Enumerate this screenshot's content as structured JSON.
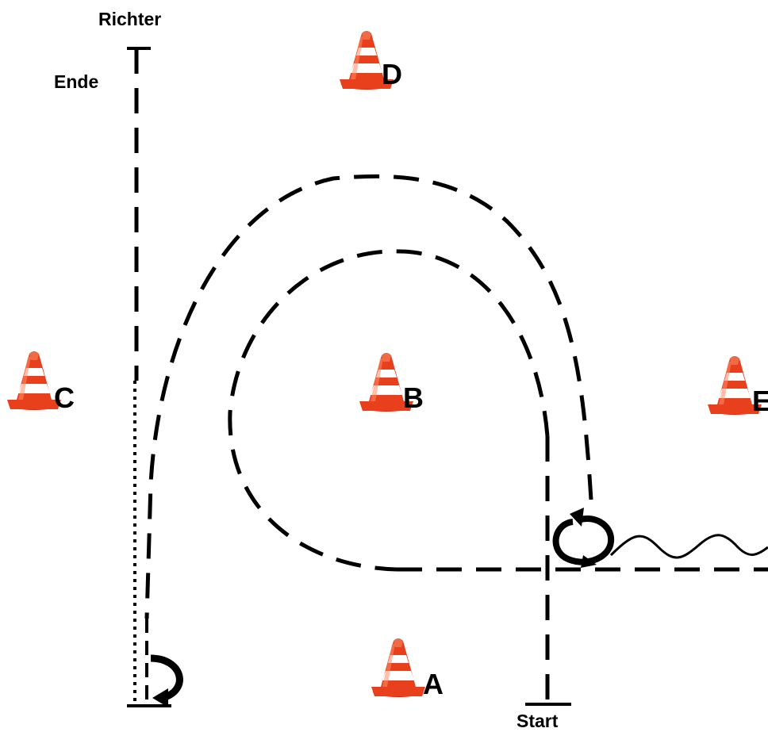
{
  "labels": {
    "judge": "Richter",
    "end": "Ende",
    "start": "Start"
  },
  "cones": [
    {
      "letter": "A"
    },
    {
      "letter": "B"
    },
    {
      "letter": "C"
    },
    {
      "letter": "D"
    },
    {
      "letter": "E"
    }
  ],
  "colors": {
    "path": "#000000",
    "cone_orange": "#e8401c",
    "cone_stripe": "#ffffff",
    "background": "#ffffff"
  },
  "icons": [
    "turn-arrow-icon",
    "circle-turn-arrow-icon",
    "traffic-cone-icon"
  ]
}
